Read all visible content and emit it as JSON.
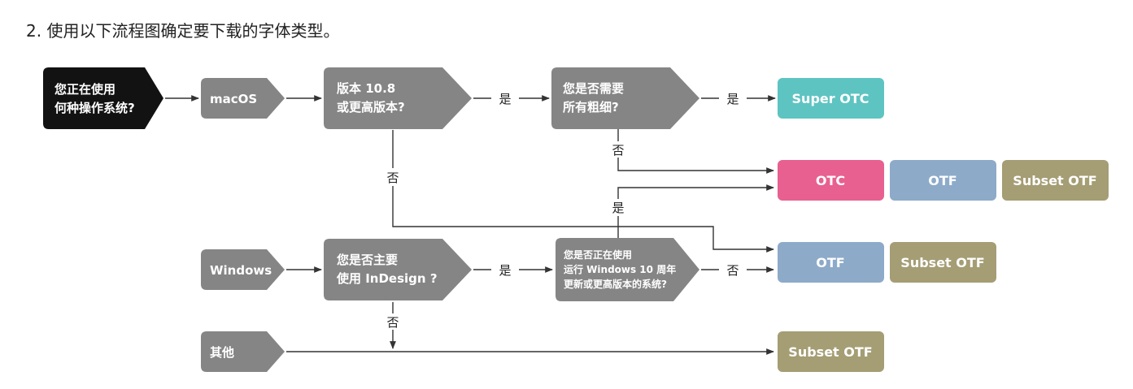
{
  "heading": "2. 使用以下流程图确定要下载的字体类型。",
  "colors": {
    "start": "#121212",
    "step": "#858585",
    "super_otc": "#5ec4c2",
    "otc": "#e8608f",
    "otf": "#8daac9",
    "subset_otf": "#a59d74",
    "line": "#333333"
  },
  "nodes": {
    "start": [
      "您正在使用",
      "何种操作系统?"
    ],
    "macos": "macOS",
    "windows": "Windows",
    "other": "其他",
    "mac_version": [
      "版本 10.8",
      "或更高版本?"
    ],
    "need_weights": [
      "您是否需要",
      "所有粗细?"
    ],
    "indesign": [
      "您是否主要",
      "使用 InDesign ?"
    ],
    "win_version": [
      "您是否正在使用",
      "运行 Windows 10 周年",
      "更新或更高版本的系统?"
    ]
  },
  "connectors": {
    "yes": "是",
    "no": "否"
  },
  "results": {
    "super_otc": "Super OTC",
    "otc": "OTC",
    "otf": "OTF",
    "subset_otf": "Subset OTF"
  }
}
